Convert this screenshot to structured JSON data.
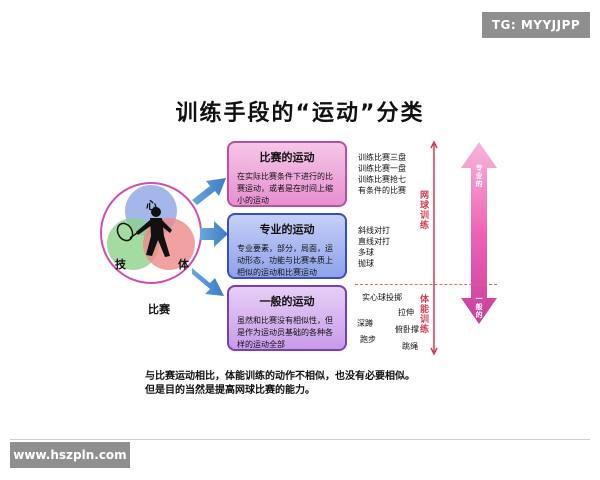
{
  "watermark_top": "TG: MYYJJPP",
  "watermark_bottom": "www.hszpln.com",
  "title": "训练手段的“运动”分类",
  "venn": {
    "top_label": "心",
    "left_label": "技",
    "right_label": "体",
    "caption": "比赛"
  },
  "boxes": {
    "match": {
      "title": "比赛的运动",
      "desc": "在实际比赛条件下进行的比赛运动，或者是在时间上缩小的运动"
    },
    "special": {
      "title": "专业的运动",
      "desc": "专业要素，部分，局面，运动形态，功能与比赛本质上相似的运动和比赛运动"
    },
    "general": {
      "title": "一般的运动",
      "desc": "虽然和比赛没有相似性，但是作为运动员基础的各种各样的运动全部"
    }
  },
  "match_items": [
    "训练比赛三盘",
    "训练比赛一盘",
    "训练比赛抢七",
    "有条件的比赛"
  ],
  "special_items": [
    "斜线对打",
    "直线对打",
    "多球",
    "抛球"
  ],
  "general_items": {
    "a": "实心球投掷",
    "b": "拉伸",
    "c": "深蹲",
    "d": "俯卧撑",
    "e": "跑步",
    "f": "跳绳"
  },
  "vertical_labels": {
    "tennis": "网球训练",
    "physical": "体能训练",
    "arrow_top": "专业的",
    "arrow_bottom": "一般的"
  },
  "summary": {
    "line1": "与比赛运动相比，体能训练的动作不相似，也没有必要相似。",
    "line2": "但是目的当然是提高网球比赛的能力。"
  },
  "colors": {
    "match": "#e78fd0",
    "special": "#8fa2ea",
    "general": "#c99be8",
    "arrow_blue": "#4a8fd0",
    "accent_red": "#d63b4f"
  }
}
